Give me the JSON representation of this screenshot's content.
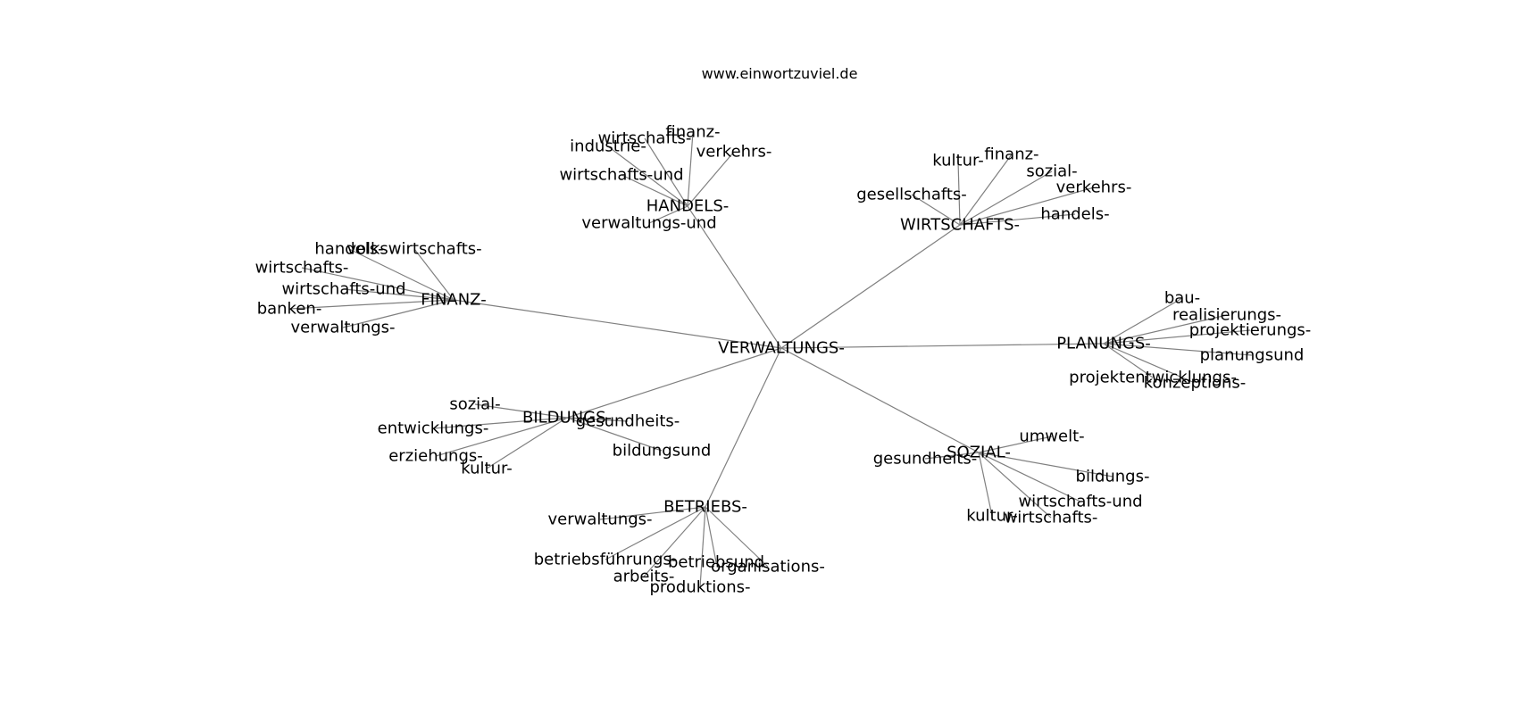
{
  "source_label": "www.einwortzuviel.de",
  "graph": {
    "root": "VERWALTUNGS-",
    "hubs": [
      {
        "label": "HANDELS-",
        "leaves": [
          "finanz-",
          "wirtschafts-",
          "industrie-",
          "verkehrs-",
          "wirtschafts-und",
          "verwaltungs-und"
        ]
      },
      {
        "label": "WIRTSCHAFTS-",
        "leaves": [
          "kultur-",
          "finanz-",
          "sozial-",
          "verkehrs-",
          "gesellschafts-",
          "handels-"
        ]
      },
      {
        "label": "FINANZ-",
        "leaves": [
          "handels-",
          "volkswirtschafts-",
          "wirtschafts-",
          "wirtschafts-und",
          "banken-",
          "verwaltungs-"
        ]
      },
      {
        "label": "PLANUNGS-",
        "leaves": [
          "bau-",
          "realisierungs-",
          "projektierungs-",
          "planungsund",
          "projektentwicklungs-",
          "konzeptions-"
        ]
      },
      {
        "label": "BILDUNGS-",
        "leaves": [
          "sozial-",
          "entwicklungs-",
          "gesundheits-",
          "bildungsund",
          "erziehungs-",
          "kultur-"
        ]
      },
      {
        "label": "SOZIAL-",
        "leaves": [
          "umwelt-",
          "gesundheits-",
          "bildungs-",
          "wirtschafts-und",
          "kultur-",
          "wirtschafts-"
        ]
      },
      {
        "label": "BETRIEBS-",
        "leaves": [
          "verwaltungs-",
          "betriebsführungs-",
          "betriebsund",
          "organisations-",
          "arbeits-",
          "produktions-"
        ]
      }
    ]
  }
}
